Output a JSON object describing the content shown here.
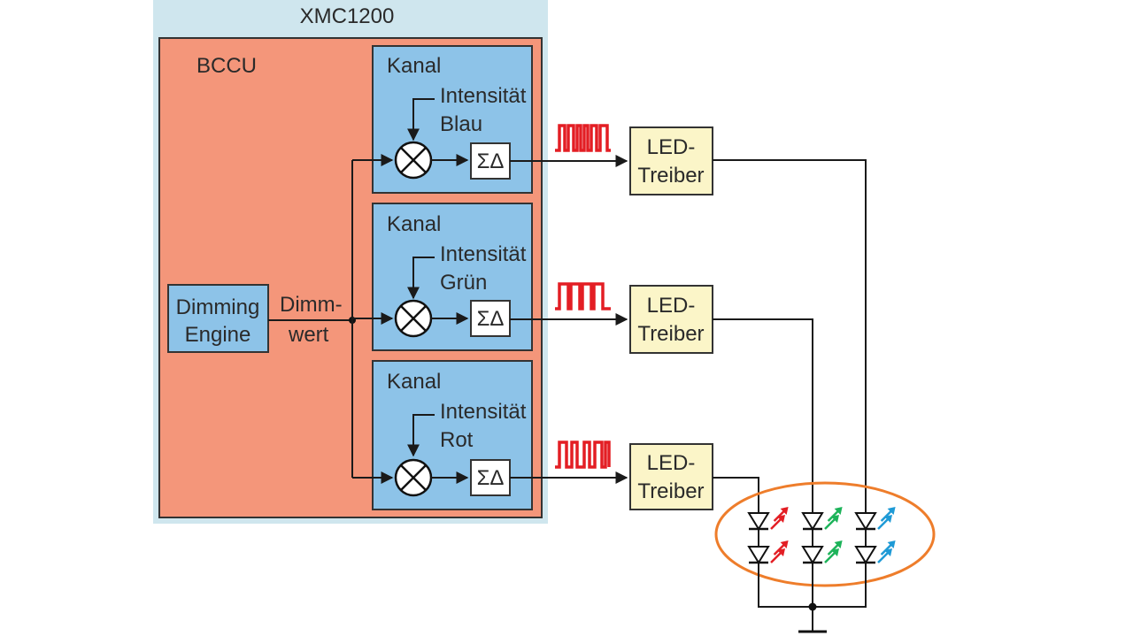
{
  "chip": {
    "title": "XMC1200"
  },
  "bccu": {
    "label": "BCCU"
  },
  "dimming_engine": {
    "line1": "Dimming",
    "line2": "Engine"
  },
  "dimm_label": {
    "line1": "Dimm-",
    "line2": "wert"
  },
  "channels": [
    {
      "title": "Kanal",
      "int_line1": "Intensität",
      "int_line2": "Blau",
      "modulator": "ΣΔ",
      "pwm_color": "#e31e24"
    },
    {
      "title": "Kanal",
      "int_line1": "Intensität",
      "int_line2": "Grün",
      "modulator": "ΣΔ",
      "pwm_color": "#e31e24"
    },
    {
      "title": "Kanal",
      "int_line1": "Intensität",
      "int_line2": "Rot",
      "modulator": "ΣΔ",
      "pwm_color": "#e31e24"
    }
  ],
  "drivers": [
    {
      "line1": "LED-",
      "line2": "Treiber"
    },
    {
      "line1": "LED-",
      "line2": "Treiber"
    },
    {
      "line1": "LED-",
      "line2": "Treiber"
    }
  ],
  "colors": {
    "chip_bg": "#cfe6ee",
    "bccu_bg": "#f4967a",
    "channel_bg": "#8dc3e8",
    "driver_bg": "#fbf5c8",
    "led_red": "#e31e24",
    "led_green": "#1db35a",
    "led_blue": "#1e9ad6",
    "ellipse": "#ee7d2b"
  }
}
